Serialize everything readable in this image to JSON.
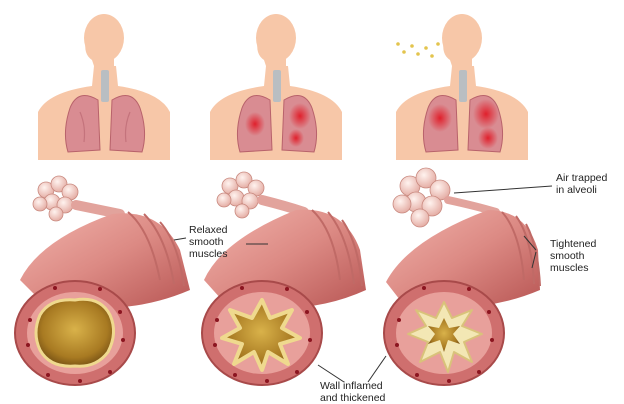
{
  "annotations": {
    "relaxed": [
      "Relaxed",
      "smooth",
      "muscles"
    ],
    "air_trapped": [
      "Air trapped",
      "in alveoli"
    ],
    "tightened": [
      "Tightened",
      "smooth",
      "muscles"
    ],
    "wall": [
      "Wall inflamed",
      "and thickened"
    ]
  },
  "panels": [
    {
      "state": "normal"
    },
    {
      "state": "inflamed"
    },
    {
      "state": "attack"
    }
  ],
  "colors": {
    "skin": "#f7c7a8",
    "lung": "#d98c92",
    "lung_inflamed": "#e0303a",
    "trachea": "#b9bec2",
    "bronchus_outer": "#cf6f6e",
    "bronchus_ring": "#e8a09b",
    "lumen": "#b88a2b",
    "mucus": "#f3e7b4",
    "alveoli": "#f3d2cc",
    "vessel_dot": "#8c1520",
    "air_particles": "#e3c44e"
  }
}
